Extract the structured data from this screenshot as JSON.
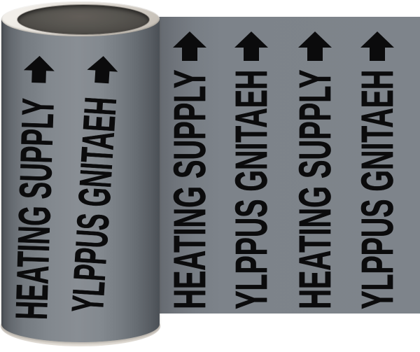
{
  "page": {
    "background": "#ffffff"
  },
  "marker": {
    "label": "HEATING SUPPLY",
    "symbol": "up-arrow",
    "colors": {
      "background": "#ffffff",
      "tape": "#7d838a",
      "text": "#0b0b0c",
      "roll_edge": "#d8d2ca",
      "roll_core": "#54504b"
    },
    "columns": [
      {
        "id": "roll-column-1",
        "surface": "roll",
        "reading": "bottom-to-top"
      },
      {
        "id": "roll-column-2",
        "surface": "roll",
        "reading": "top-to-bottom"
      },
      {
        "id": "tape-column-1",
        "surface": "tape",
        "reading": "bottom-to-top"
      },
      {
        "id": "tape-column-2",
        "surface": "tape",
        "reading": "top-to-bottom"
      },
      {
        "id": "tape-column-3",
        "surface": "tape",
        "reading": "bottom-to-top"
      },
      {
        "id": "tape-column-4",
        "surface": "tape",
        "reading": "top-to-bottom"
      }
    ]
  }
}
